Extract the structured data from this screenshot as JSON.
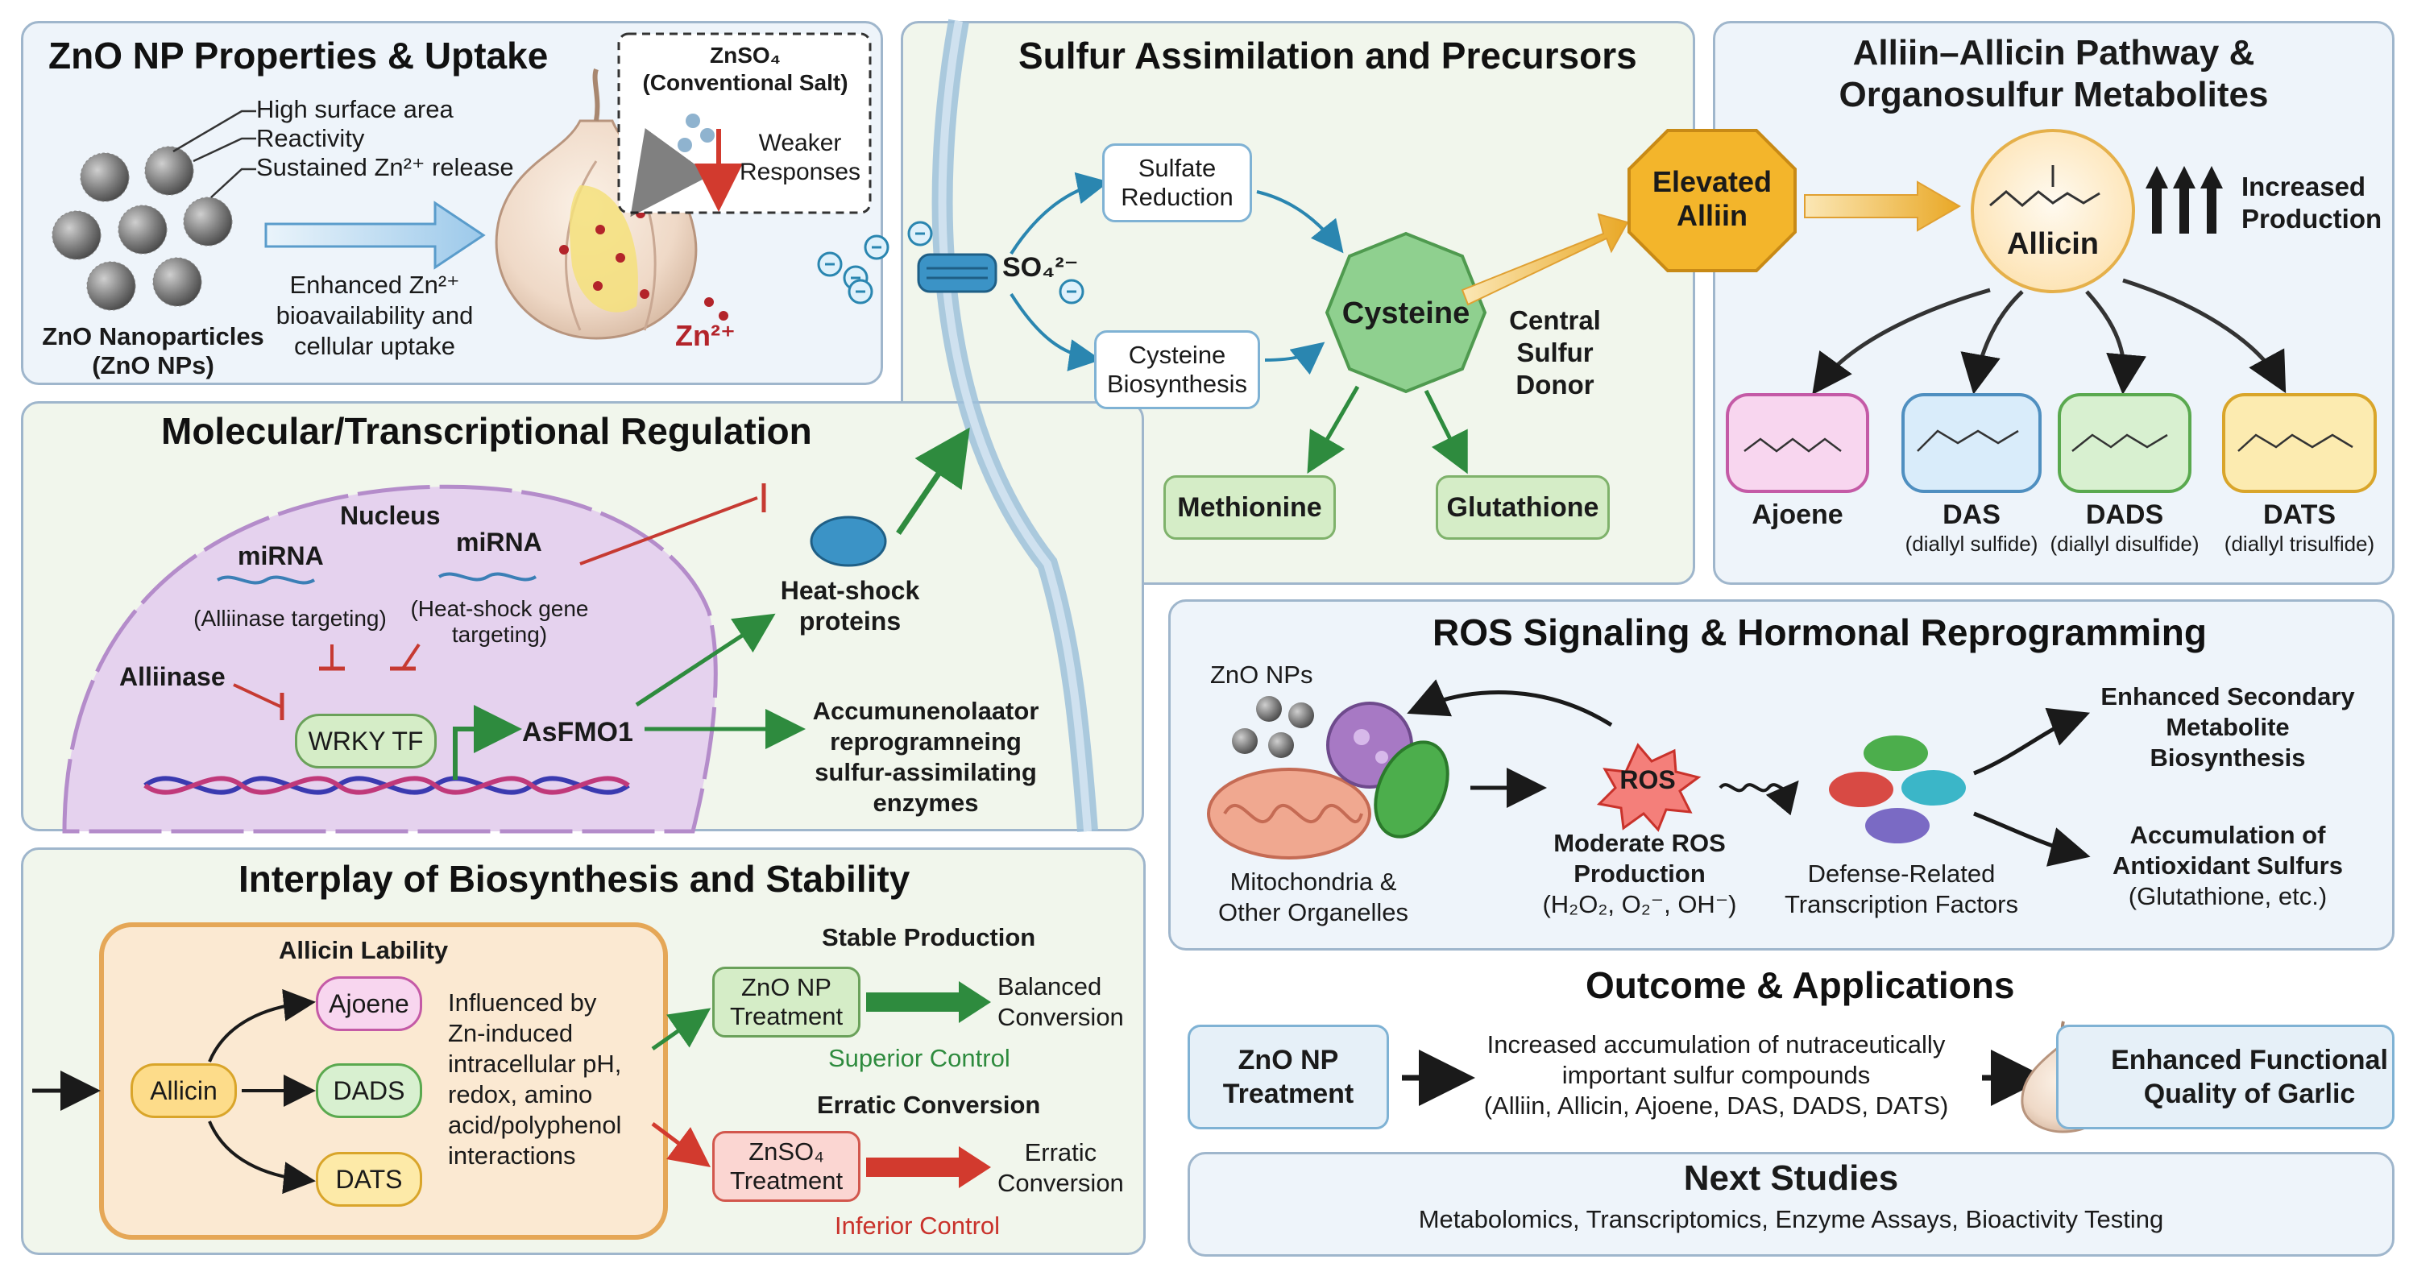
{
  "panels": {
    "zno": {
      "title": "ZnO NP Properties & Uptake",
      "props": [
        "High surface area",
        "Reactivity",
        "Sustained Zn²⁺ release"
      ],
      "np_label_1": "ZnO Nanoparticles",
      "np_label_2": "(ZnO NPs)",
      "uptake_1": "Enhanced Zn²⁺",
      "uptake_2": "bioavailability and",
      "uptake_3": "cellular uptake",
      "zn_ion": "Zn²⁺",
      "znso4_1": "ZnSO₄",
      "znso4_2": "(Conventional Salt)",
      "weaker_1": "Weaker",
      "weaker_2": "Responses"
    },
    "sulfur": {
      "title": "Sulfur Assimilation and Precursors",
      "so4": "SO₄²⁻",
      "sulfate_1": "Sulfate",
      "sulfate_2": "Reduction",
      "cysbio_1": "Cysteine",
      "cysbio_2": "Biosynthesis",
      "cysteine": "Cysteine",
      "methionine": "Methionine",
      "glutathione": "Glutathione",
      "donor_1": "Central",
      "donor_2": "Sulfur",
      "donor_3": "Donor",
      "alliin_1": "Elevated",
      "alliin_2": "Alliin"
    },
    "allicin": {
      "title_1": "Alliin–Allicin Pathway &",
      "title_2": "Organosulfur Metabolites",
      "allicin": "Allicin",
      "increased_1": "Increased",
      "increased_2": "Production",
      "ajoene": "Ajoene",
      "das": "DAS",
      "das_sub": "(diallyl sulfide)",
      "dads": "DADS",
      "dads_sub": "(diallyl disulfide)",
      "dats": "DATS",
      "dats_sub": "(diallyl trisulfide)"
    },
    "molecular": {
      "title": "Molecular/Transcriptional Regulation",
      "nucleus": "Nucleus",
      "mirna_a": "miRNA",
      "mirna_a_sub": "(Alliinase targeting)",
      "mirna_b": "miRNA",
      "mirna_b_sub_1": "(Heat-shock gene",
      "mirna_b_sub_2": "targeting)",
      "alliinase": "Alliinase",
      "wrky": "WRKY TF",
      "asfmo1": "AsFMO1",
      "hsp_1": "Heat-shock",
      "hsp_2": "proteins",
      "accum_1": "Accumunenolaator",
      "accum_2": "reprogramneing",
      "accum_3": "sulfur-assimilating",
      "accum_4": "enzymes"
    },
    "ros": {
      "title": "ROS Signaling & Hormonal Reprogramming",
      "zno_nps": "ZnO NPs",
      "mito_1": "Mitochondria &",
      "mito_2": "Other Organelles",
      "ros": "ROS",
      "moderate_1": "Moderate ROS",
      "moderate_2": "Production",
      "moderate_3": "(H₂O₂, O₂⁻, OH⁻)",
      "tf_1": "Defense-Related",
      "tf_2": "Transcription Factors",
      "out1_1": "Enhanced Secondary",
      "out1_2": "Metabolite",
      "out1_3": "Biosynthesis",
      "out2_1": "Accumulation of",
      "out2_2": "Antioxidant Sulfurs",
      "out2_3": "(Glutathione, etc.)"
    },
    "interplay": {
      "title": "Interplay of Biosynthesis and Stability",
      "lability": "Allicin Lability",
      "allicin": "Allicin",
      "ajoene": "Ajoene",
      "dads": "DADS",
      "dats": "DATS",
      "influence": [
        "Influenced by",
        "Zn-induced",
        "intracellular pH,",
        "redox, amino",
        "acid/polyphenol",
        "interactions"
      ],
      "stable": "Stable Production",
      "zno_1": "ZnO NP",
      "zno_2": "Treatment",
      "balanced_1": "Balanced",
      "balanced_2": "Conversion",
      "superior": "Superior Control",
      "erratic": "Erratic Conversion",
      "znso4_1": "ZnSO₄",
      "znso4_2": "Treatment",
      "erratic_out_1": "Erratic",
      "erratic_out_2": "Conversion",
      "inferior": "Inferior Control"
    },
    "outcome": {
      "title": "Outcome & Applications",
      "zno_1": "ZnO NP",
      "zno_2": "Treatment",
      "mid_1": "Increased accumulation of nutraceutically",
      "mid_2": "important sulfur compounds",
      "mid_3": "(Alliin, Allicin, Ajoene, DAS, DADS, DATS)",
      "result_1": "Enhanced Functional",
      "result_2": "Quality of Garlic"
    },
    "next": {
      "title": "Next Studies",
      "text": "Metabolomics, Transcriptomics, Enzyme Assays, Bioactivity Testing"
    }
  },
  "colors": {
    "panel_blue": "#eef4fa",
    "panel_green": "#f1f6ec",
    "green_arrow": "#2e8b3e",
    "red_arrow": "#d23a2e",
    "gold": "#f3b52b",
    "cysteine": "#8fd08f"
  }
}
